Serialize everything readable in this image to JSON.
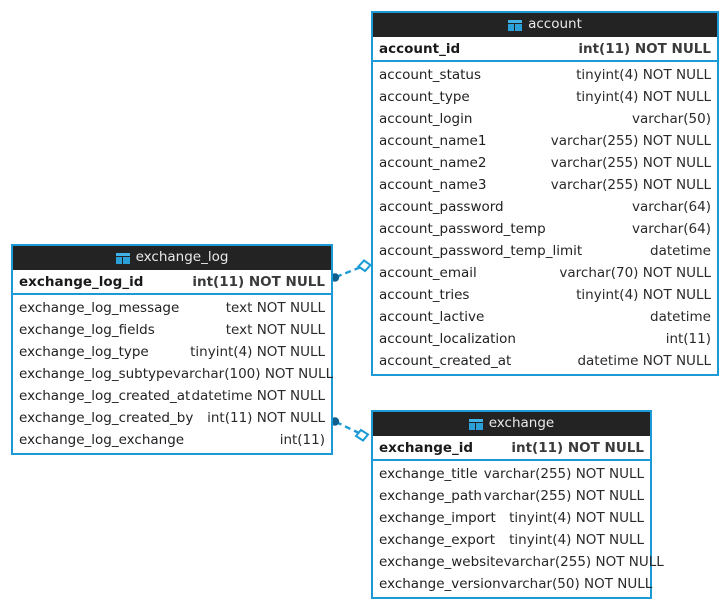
{
  "diagram": {
    "type": "entity-relationship-diagram",
    "background": "#ffffff",
    "accent_color": "#1b9ad6",
    "header_color": "#232323",
    "icon_name": "table-icon"
  },
  "entities": [
    {
      "id": "account",
      "title": "account",
      "primary_key": {
        "name": "account_id",
        "type": "int(11) NOT NULL"
      },
      "columns": [
        {
          "name": "account_status",
          "type": "tinyint(4) NOT NULL"
        },
        {
          "name": "account_type",
          "type": "tinyint(4) NOT NULL"
        },
        {
          "name": "account_login",
          "type": "varchar(50)"
        },
        {
          "name": "account_name1",
          "type": "varchar(255) NOT NULL"
        },
        {
          "name": "account_name2",
          "type": "varchar(255) NOT NULL"
        },
        {
          "name": "account_name3",
          "type": "varchar(255) NOT NULL"
        },
        {
          "name": "account_password",
          "type": "varchar(64)"
        },
        {
          "name": "account_password_temp",
          "type": "varchar(64)"
        },
        {
          "name": "account_password_temp_limit",
          "type": "datetime"
        },
        {
          "name": "account_email",
          "type": "varchar(70) NOT NULL"
        },
        {
          "name": "account_tries",
          "type": "tinyint(4) NOT NULL"
        },
        {
          "name": "account_lactive",
          "type": "datetime"
        },
        {
          "name": "account_localization",
          "type": "int(11)"
        },
        {
          "name": "account_created_at",
          "type": "datetime NOT NULL"
        }
      ]
    },
    {
      "id": "exchange_log",
      "title": "exchange_log",
      "primary_key": {
        "name": "exchange_log_id",
        "type": "int(11) NOT NULL"
      },
      "columns": [
        {
          "name": "exchange_log_message",
          "type": "text NOT NULL"
        },
        {
          "name": "exchange_log_fields",
          "type": "text NOT NULL"
        },
        {
          "name": "exchange_log_type",
          "type": "tinyint(4) NOT NULL"
        },
        {
          "name": "exchange_log_subtype",
          "type": "varchar(100) NOT NULL"
        },
        {
          "name": "exchange_log_created_at",
          "type": "datetime NOT NULL"
        },
        {
          "name": "exchange_log_created_by",
          "type": "int(11) NOT NULL"
        },
        {
          "name": "exchange_log_exchange",
          "type": "int(11)"
        }
      ]
    },
    {
      "id": "exchange",
      "title": "exchange",
      "primary_key": {
        "name": "exchange_id",
        "type": "int(11) NOT NULL"
      },
      "columns": [
        {
          "name": "exchange_title",
          "type": "varchar(255) NOT NULL"
        },
        {
          "name": "exchange_path",
          "type": "varchar(255) NOT NULL"
        },
        {
          "name": "exchange_import",
          "type": "tinyint(4) NOT NULL"
        },
        {
          "name": "exchange_export",
          "type": "tinyint(4) NOT NULL"
        },
        {
          "name": "exchange_website",
          "type": "varchar(255) NOT NULL"
        },
        {
          "name": "exchange_version",
          "type": "varchar(50) NOT NULL"
        }
      ]
    }
  ],
  "relationships": [
    {
      "id": "exchange_log-to-account",
      "from_entity": "exchange_log",
      "from_column": "exchange_log_id",
      "to_entity": "account",
      "to_column": "account_password_temp_limit",
      "from_marker": "filled-circle",
      "to_marker": "open-diamond",
      "line_style": "dashed",
      "color": "#1b9ad6"
    },
    {
      "id": "exchange_log-to-exchange",
      "from_entity": "exchange_log",
      "from_column": "exchange_log_created_by",
      "to_entity": "exchange",
      "to_column": "exchange_id",
      "from_marker": "filled-circle",
      "to_marker": "open-diamond",
      "line_style": "dashed",
      "color": "#1b9ad6"
    }
  ]
}
